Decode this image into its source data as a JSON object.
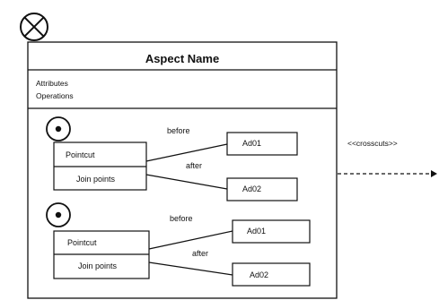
{
  "aspect": {
    "name": "Aspect Name",
    "attributes_label": "Attributes",
    "operations_label": "Operations"
  },
  "pointcut_groups": [
    {
      "pointcut_label": "Pointcut",
      "join_points_label": "Join points",
      "advices": [
        {
          "relation": "before",
          "name": "Ad01"
        },
        {
          "relation": "after",
          "name": "Ad02"
        }
      ]
    },
    {
      "pointcut_label": "Pointcut",
      "join_points_label": "Join points",
      "advices": [
        {
          "relation": "before",
          "name": "Ad01"
        },
        {
          "relation": "after",
          "name": "Ad02"
        }
      ]
    }
  ],
  "dependency": {
    "stereotype": "<<crosscuts>>"
  }
}
